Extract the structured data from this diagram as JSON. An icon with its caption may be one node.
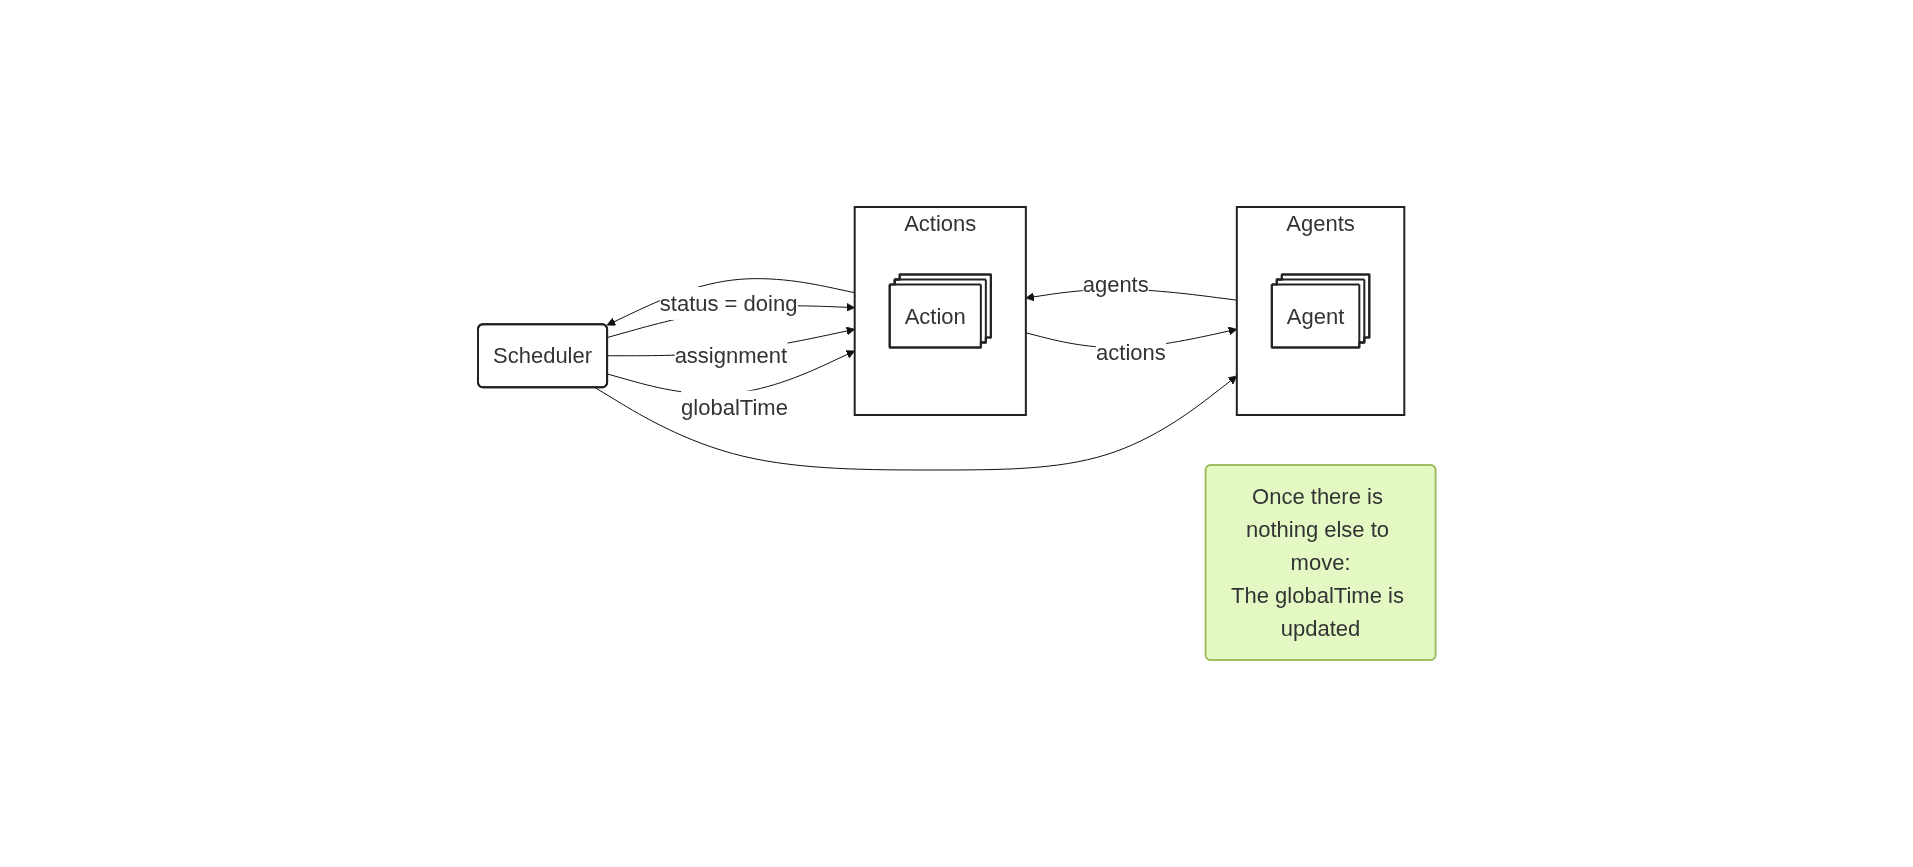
{
  "diagram": {
    "nodes": [
      {
        "text": [
          "Actions"
        ]
      },
      {
        "text": [
          "Action"
        ],
        "in": 0
      },
      {
        "text": [
          "Scheduler"
        ]
      },
      {
        "text": [
          "Agents"
        ]
      },
      {
        "text": [
          "Agent"
        ],
        "in": 3
      },
      {
        "text": [
          "Once there is nothing else to move:",
          "The globalTime is updated"
        ]
      }
    ],
    "edges": [
      {
        "from": 2,
        "to": 0,
        "arrow": "to",
        "label": "status = doing"
      },
      {
        "from": 2,
        "to": 0,
        "arrow": "to",
        "label": "assignment"
      },
      {
        "from": 2,
        "to": 0,
        "arrow": "to",
        "label": "globalTime"
      },
      {
        "from": 3,
        "to": 0,
        "arrow": "to",
        "label": "agents"
      },
      {
        "from": 0,
        "to": 3,
        "arrow": "to",
        "label": "actions"
      },
      {
        "from": 0,
        "to": 2,
        "arrow": "to"
      },
      {
        "from": 2,
        "to": 3,
        "arrow": "to"
      }
    ]
  }
}
